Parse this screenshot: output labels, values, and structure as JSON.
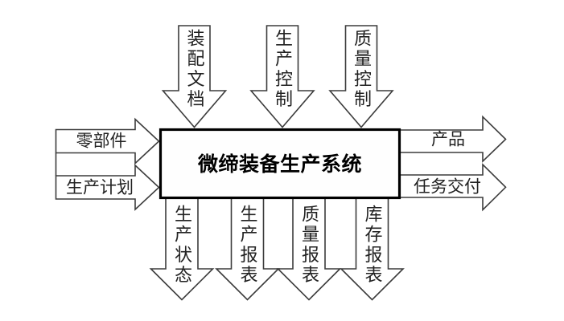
{
  "diagram": {
    "title": "微缔装备生产系统",
    "colors": {
      "outline": "#3c3c3c",
      "box_border": "#000000",
      "arrow_fill": "#ffffff",
      "label_text": "#222222",
      "title_text": "#000000",
      "background": "#ffffff"
    },
    "inputs_top": [
      {
        "label": "装配文档"
      },
      {
        "label": "生产控制"
      },
      {
        "label": "质量控制"
      }
    ],
    "inputs_left": [
      {
        "label": "零部件"
      },
      {
        "label": "生产计划"
      }
    ],
    "outputs_right": [
      {
        "label": "产品"
      },
      {
        "label": "任务交付"
      }
    ],
    "outputs_bottom": [
      {
        "label": "生产状态"
      },
      {
        "label": "生产报表"
      },
      {
        "label": "质量报表"
      },
      {
        "label": "库存报表"
      }
    ]
  }
}
